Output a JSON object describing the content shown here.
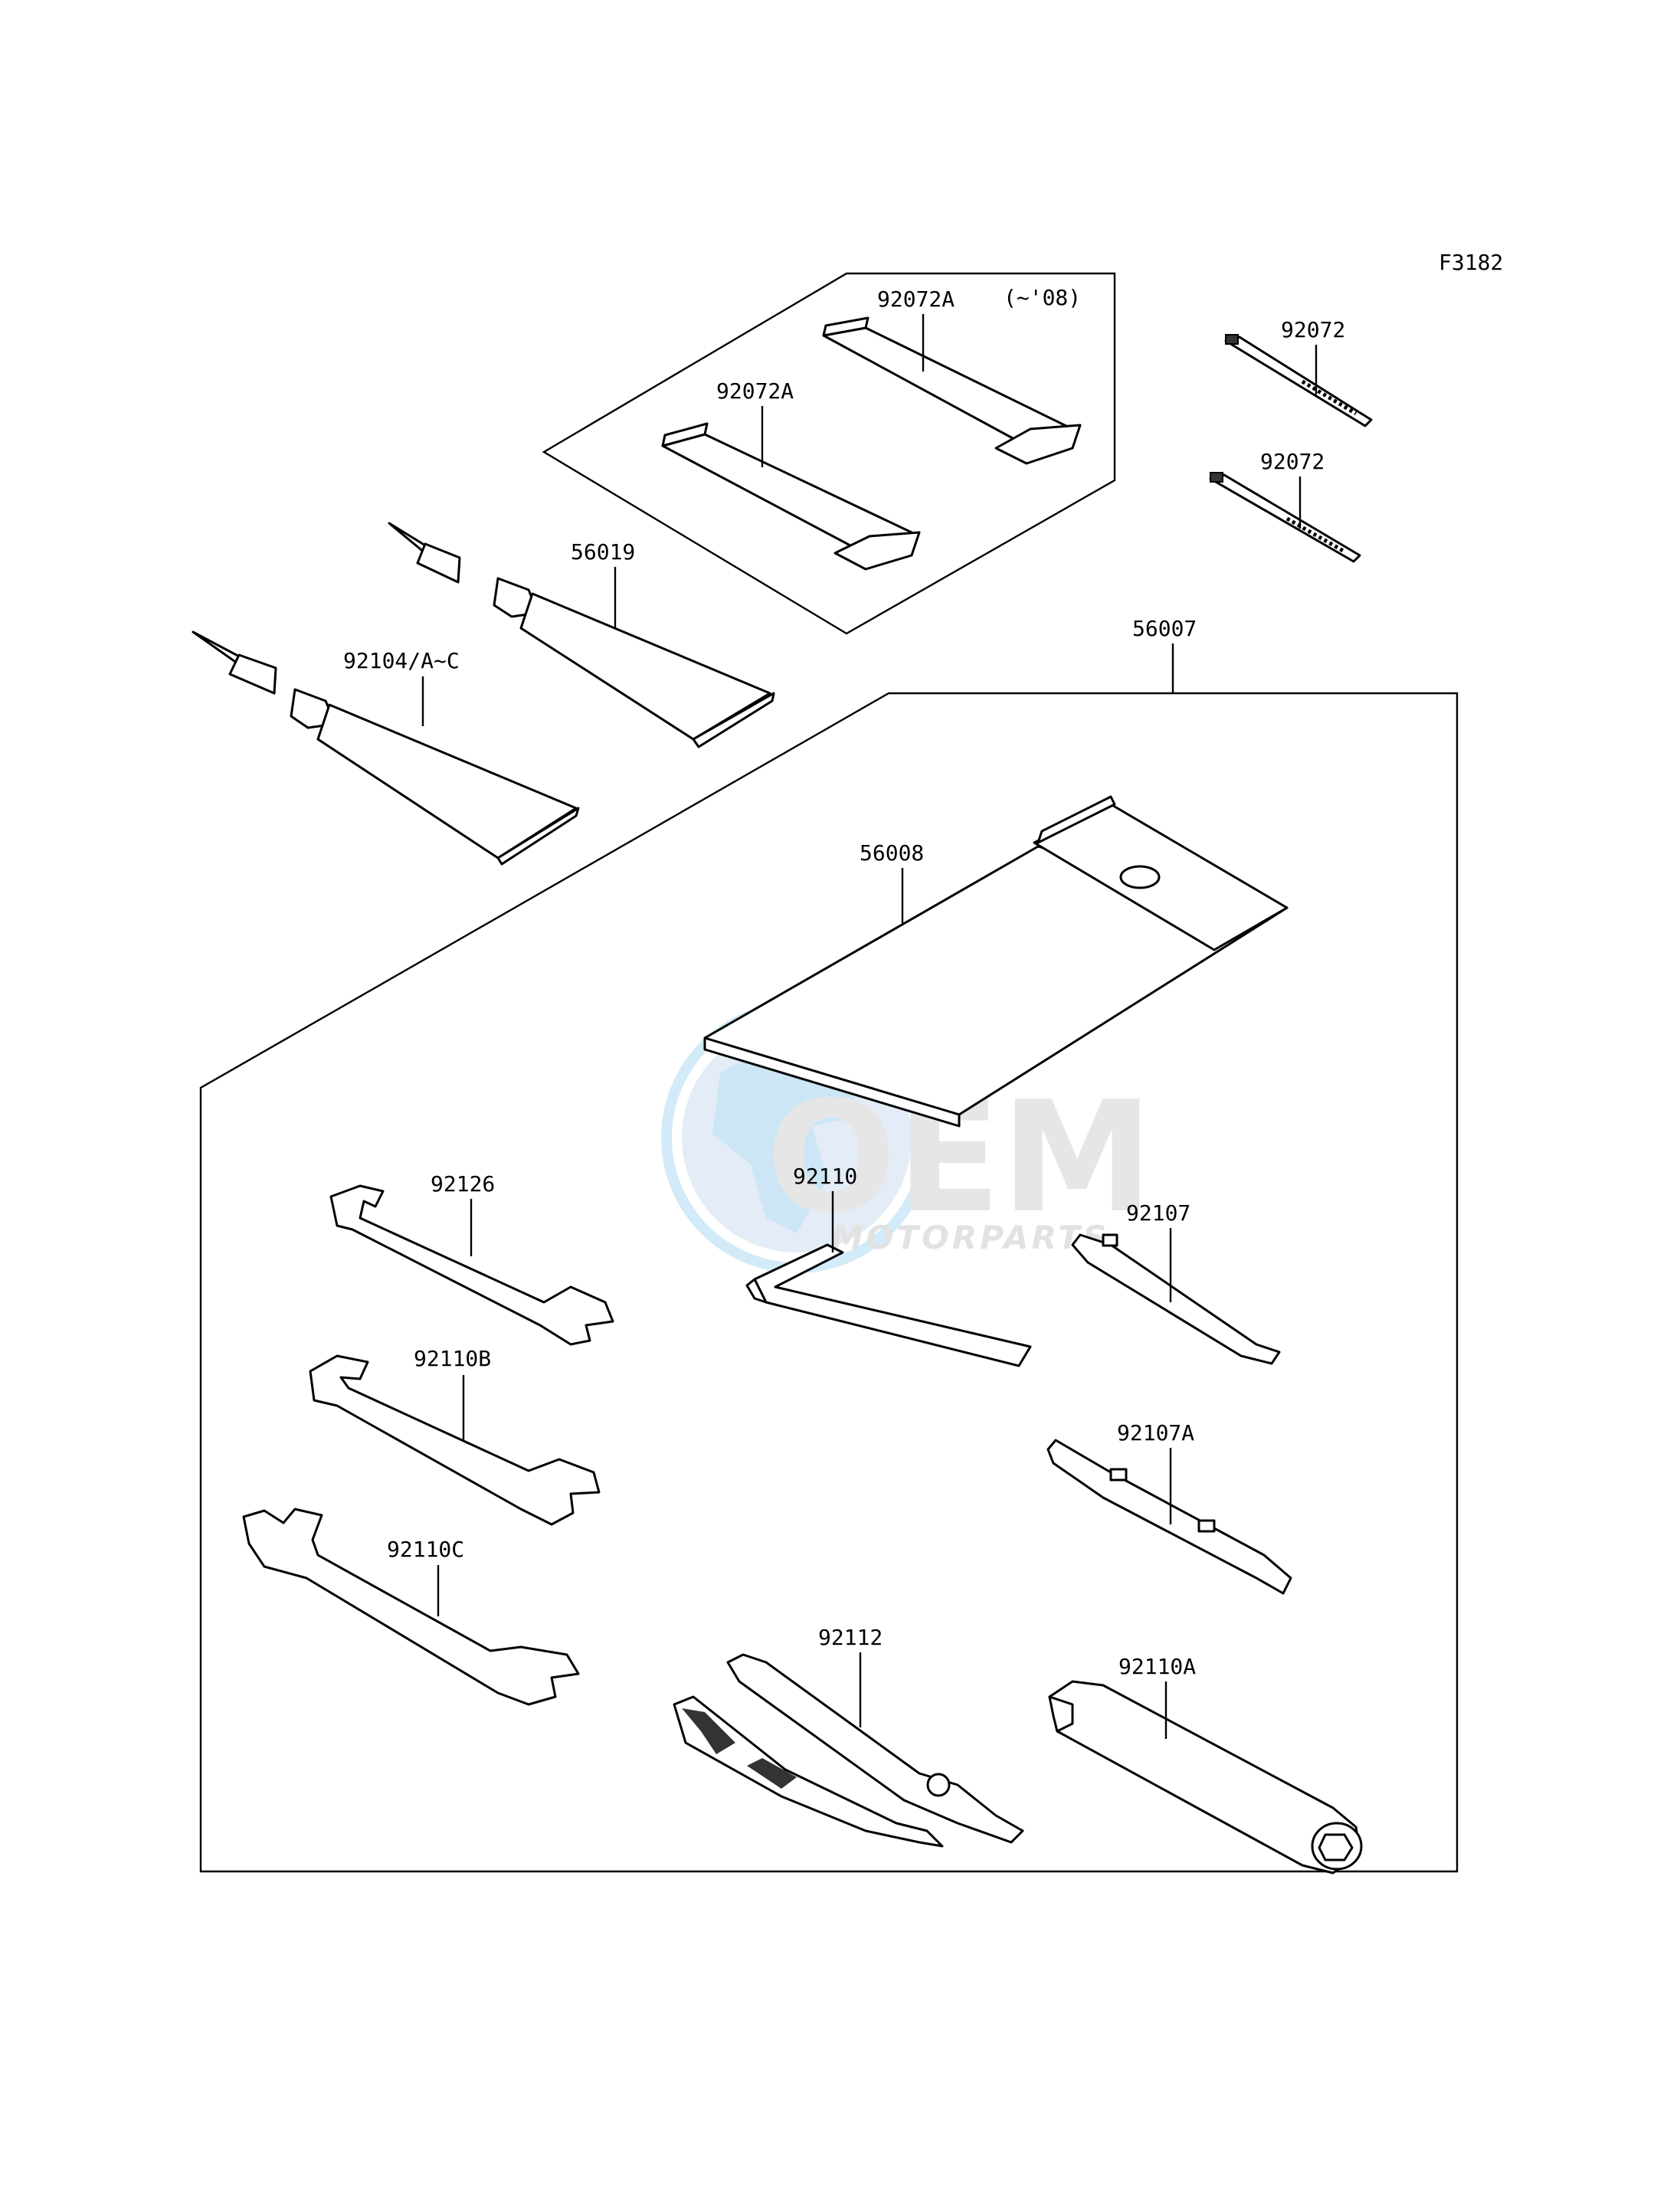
{
  "figure_code": "F3182",
  "watermark": {
    "logo": "OEM",
    "subtitle": "MOTORPARTS"
  },
  "callouts": {
    "strap_a_top": "92072A",
    "strap_a_note": "(~'08)",
    "strap_a_bottom": "92072A",
    "band_1": "92072",
    "band_2": "92072",
    "tube_56019": "56019",
    "tube_92104": "92104/A~C",
    "kit_56007": "56007",
    "pouch_56008": "56008",
    "wrench_92126": "92126",
    "hex_wrench_92110": "92110",
    "screwdriver_92107": "92107",
    "wrench_92110b": "92110B",
    "screwdriver_92107a": "92107A",
    "wrench_92110c": "92110C",
    "pliers_92112": "92112",
    "box_wrench_92110a": "92110A"
  }
}
